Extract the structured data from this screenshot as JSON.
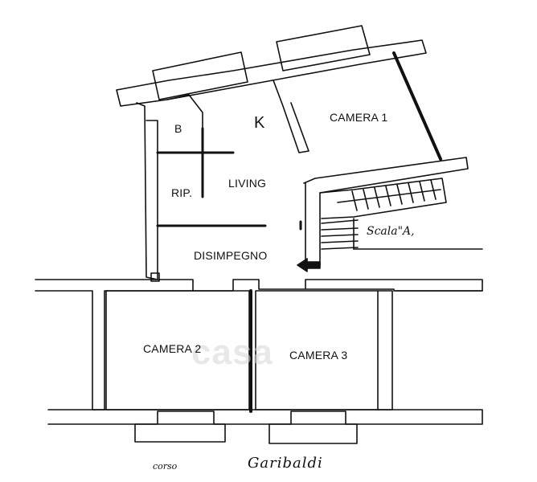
{
  "rooms": {
    "camera1": "CAMERA 1",
    "k": "K",
    "b": "B",
    "rip": "RIP.",
    "living": "LIVING",
    "disimpegno": "DISIMPEGNO",
    "camera2": "CAMERA 2",
    "camera3": "CAMERA 3"
  },
  "annotations": {
    "scala": "Scala\"A,",
    "corso": "corso",
    "street": "Garibaldi"
  },
  "watermark": "casa",
  "colors": {
    "wall": "#111111",
    "paper": "#ffffff",
    "watermark": "#d6d6d6"
  }
}
